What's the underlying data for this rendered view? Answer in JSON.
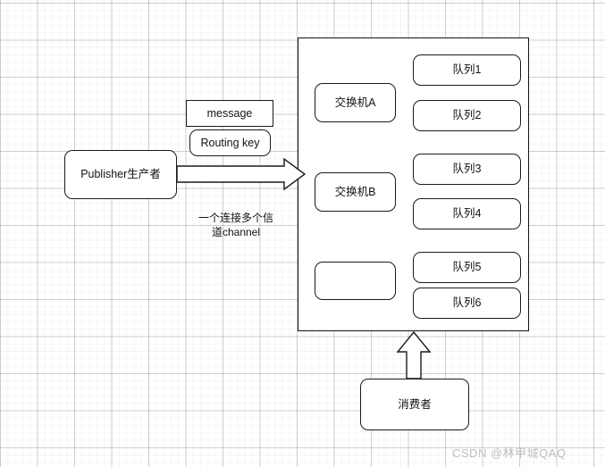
{
  "diagram": {
    "title": "RabbitMQ message flow diagram",
    "background": {
      "color": "#ffffff",
      "grid_major_color": "#cfcfcf",
      "grid_minor_color": "#f4f4f4"
    },
    "publisher": {
      "label": "Publisher生产者",
      "shape": "rounded-rectangle"
    },
    "message_box": {
      "label": "message",
      "shape": "rectangle"
    },
    "routing_key_box": {
      "label": "Routing key",
      "shape": "rounded-rectangle"
    },
    "channel_note": {
      "line1": "一个连接多个信",
      "line2": "道channel",
      "full": "一个连接多个信道channel"
    },
    "broker": {
      "label": "",
      "exchanges": [
        {
          "label": "交换机A"
        },
        {
          "label": "交换机B"
        },
        {
          "label": ""
        }
      ],
      "queues": [
        {
          "label": "队列1"
        },
        {
          "label": "队列2"
        },
        {
          "label": "队列3"
        },
        {
          "label": "队列4"
        },
        {
          "label": "队列5"
        },
        {
          "label": "队列6"
        }
      ]
    },
    "consumer": {
      "label": "消费者",
      "shape": "rounded-rectangle"
    },
    "arrows": [
      {
        "name": "publisher-to-broker",
        "direction": "right",
        "style": "block-outline"
      },
      {
        "name": "consumer-to-broker",
        "direction": "up",
        "style": "block-outline"
      }
    ],
    "watermark": {
      "text": "CSDN @林甲城QAQ",
      "color": "#b9bec6"
    }
  }
}
